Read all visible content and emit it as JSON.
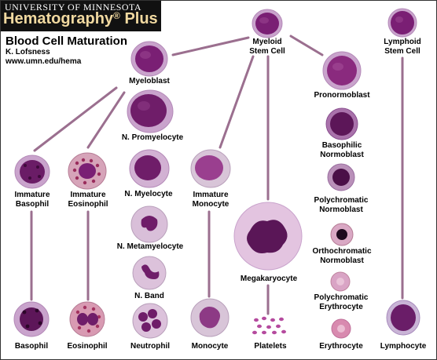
{
  "header": {
    "university": "UNIVERSITY OF MINNESOTA",
    "brand": "Hematography",
    "brand_reg": "®",
    "brand_suffix": "Plus"
  },
  "title": "Blood Cell Maturation",
  "author": "K. Lofsness",
  "url": "www.umn.edu/hema",
  "colors": {
    "line": "#9b6f8f",
    "banner_bg": "#111111",
    "brand_text": "#f1d9a0",
    "cell_membrane": "#c9a3cc",
    "cell_nucleus": "#7a1f74"
  },
  "labels": {
    "myeloid_stem_cell": "Myeloid\nStem Cell",
    "lymphoid_stem_cell": "Lymphoid\nStem Cell",
    "myeloblast": "Myeloblast",
    "pronormoblast": "Pronormoblast",
    "n_promyelocyte": "N. Promyelocyte",
    "basophilic_normoblast": "Basophilic\nNormoblast",
    "immature_basophil": "Immature\nBasophil",
    "immature_eosinophil": "Immature\nEosinophil",
    "n_myelocyte": "N. Myelocyte",
    "immature_monocyte": "Immature\nMonocyte",
    "polychromatic_normoblast": "Polychromatic\nNormoblast",
    "n_metamyelocyte": "N. Metamyelocyte",
    "orthochromatic_normoblast": "Orthochromatic\nNormoblast",
    "megakaryocyte": "Megakaryocyte",
    "n_band": "N. Band",
    "polychromatic_erythrocyte": "Polychromatic\nErythrocyte",
    "basophil": "Basophil",
    "eosinophil": "Eosinophil",
    "neutrophil": "Neutrophil",
    "monocyte": "Monocyte",
    "platelets": "Platelets",
    "erythrocyte": "Erythrocyte",
    "lymphocyte": "Lymphocyte"
  }
}
